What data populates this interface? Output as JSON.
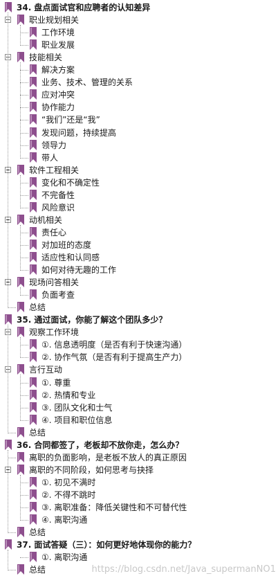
{
  "colors": {
    "bookmark": "#8e4f8e",
    "tree_line": "#999999"
  },
  "tree": [
    {
      "level": 0,
      "bold": true,
      "expander": false,
      "text": "34. 盘点面试官和应聘者的认知差异"
    },
    {
      "level": 1,
      "expander": true,
      "text": "职业规划相关"
    },
    {
      "level": 2,
      "text": "工作环境"
    },
    {
      "level": 2,
      "text": "职业发展"
    },
    {
      "level": 1,
      "expander": true,
      "text": "技能相关"
    },
    {
      "level": 2,
      "text": "解决方案"
    },
    {
      "level": 2,
      "text": "业务、技术、管理的关系"
    },
    {
      "level": 2,
      "text": "应对冲突"
    },
    {
      "level": 2,
      "text": "协作能力"
    },
    {
      "level": 2,
      "text": "“我们”还是“我”"
    },
    {
      "level": 2,
      "text": "发现问题，持续提高"
    },
    {
      "level": 2,
      "text": "领导力"
    },
    {
      "level": 2,
      "text": "带人"
    },
    {
      "level": 1,
      "expander": true,
      "text": "软件工程相关"
    },
    {
      "level": 2,
      "text": "变化和不确定性"
    },
    {
      "level": 2,
      "text": "不完备性"
    },
    {
      "level": 2,
      "text": "风险意识"
    },
    {
      "level": 1,
      "expander": true,
      "text": "动机相关"
    },
    {
      "level": 2,
      "text": "责任心"
    },
    {
      "level": 2,
      "text": "对加班的态度"
    },
    {
      "level": 2,
      "text": "适应性和认同感"
    },
    {
      "level": 2,
      "text": "如何对待无趣的工作"
    },
    {
      "level": 1,
      "expander": true,
      "text": "现场问答相关"
    },
    {
      "level": 2,
      "text": "负面考查"
    },
    {
      "level": 1,
      "text": "总结"
    },
    {
      "level": 0,
      "bold": true,
      "text": "35. 通过面试，你能了解这个团队多少？"
    },
    {
      "level": 1,
      "expander": true,
      "text": "观察工作环境"
    },
    {
      "level": 2,
      "text": "①. 信息透明度（是否有利于快速沟通）"
    },
    {
      "level": 2,
      "text": "②. 协作气氛（是否有利于提高生产力）"
    },
    {
      "level": 1,
      "expander": true,
      "text": "言行互动"
    },
    {
      "level": 2,
      "text": "①. 尊重"
    },
    {
      "level": 2,
      "text": "②. 热情和专业"
    },
    {
      "level": 2,
      "text": "③. 团队文化和士气"
    },
    {
      "level": 2,
      "text": "④. 项目和职位信息"
    },
    {
      "level": 1,
      "text": "总结"
    },
    {
      "level": 0,
      "bold": true,
      "text": "36. 合同都签了，老板却不放你走，怎么办？"
    },
    {
      "level": 1,
      "text": "离职的负面影响，是老板不放人的真正原因"
    },
    {
      "level": 1,
      "expander": true,
      "text": "离职的不同阶段，如何思考与抉择"
    },
    {
      "level": 2,
      "text": "①. 初见不满时"
    },
    {
      "level": 2,
      "text": "②. 不得不跳时"
    },
    {
      "level": 2,
      "text": "③. 离职准备：降低关键性和不可替代性"
    },
    {
      "level": 2,
      "text": "④. 离职沟通"
    },
    {
      "level": 1,
      "text": "总结"
    },
    {
      "level": 0,
      "bold": true,
      "text": "37. 面试答疑（三）：如何更好地体现你的能力？"
    },
    {
      "level": 2,
      "text": "①. 离职沟通"
    },
    {
      "level": 1,
      "text": "总结"
    }
  ],
  "watermark": "https://blog.csdn.net/Java_supermanNO1"
}
